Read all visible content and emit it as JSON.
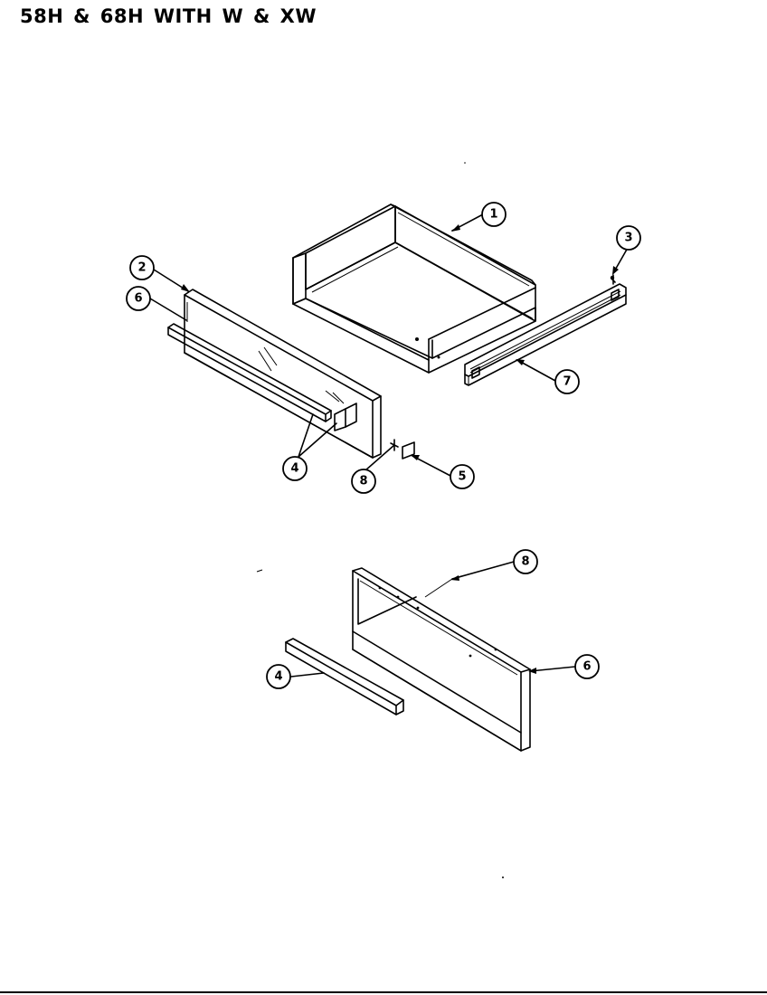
{
  "header": {
    "title": "58H & 68H  WITH W & XW"
  },
  "callouts": [
    {
      "id": "c1",
      "label": "1"
    },
    {
      "id": "c3",
      "label": "3"
    },
    {
      "id": "c2",
      "label": "2"
    },
    {
      "id": "c6a",
      "label": "6"
    },
    {
      "id": "c7",
      "label": "7"
    },
    {
      "id": "c4a",
      "label": "4"
    },
    {
      "id": "c8a",
      "label": "8"
    },
    {
      "id": "c5",
      "label": "5"
    },
    {
      "id": "c8b",
      "label": "8"
    },
    {
      "id": "c6b",
      "label": "6"
    },
    {
      "id": "c4b",
      "label": "4"
    }
  ]
}
